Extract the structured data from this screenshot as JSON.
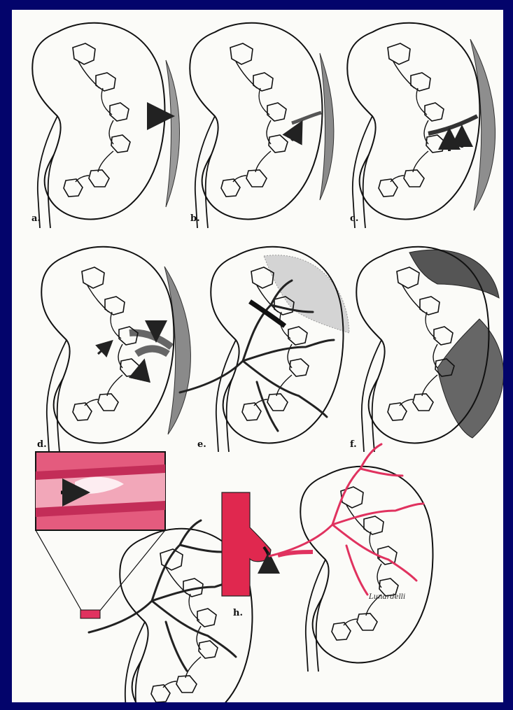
{
  "panels": [
    {
      "id": "a",
      "label": "a."
    },
    {
      "id": "b",
      "label": "b."
    },
    {
      "id": "c",
      "label": "c."
    },
    {
      "id": "d",
      "label": "d."
    },
    {
      "id": "e",
      "label": "e."
    },
    {
      "id": "f",
      "label": "f."
    },
    {
      "id": "h",
      "label": "h."
    }
  ],
  "signature": "Lunardelli",
  "colors": {
    "border": "#03046b",
    "background": "#fbfbf8",
    "hematoma": "#8a8a8a",
    "artery": "#e0325f",
    "outline": "#111111"
  }
}
